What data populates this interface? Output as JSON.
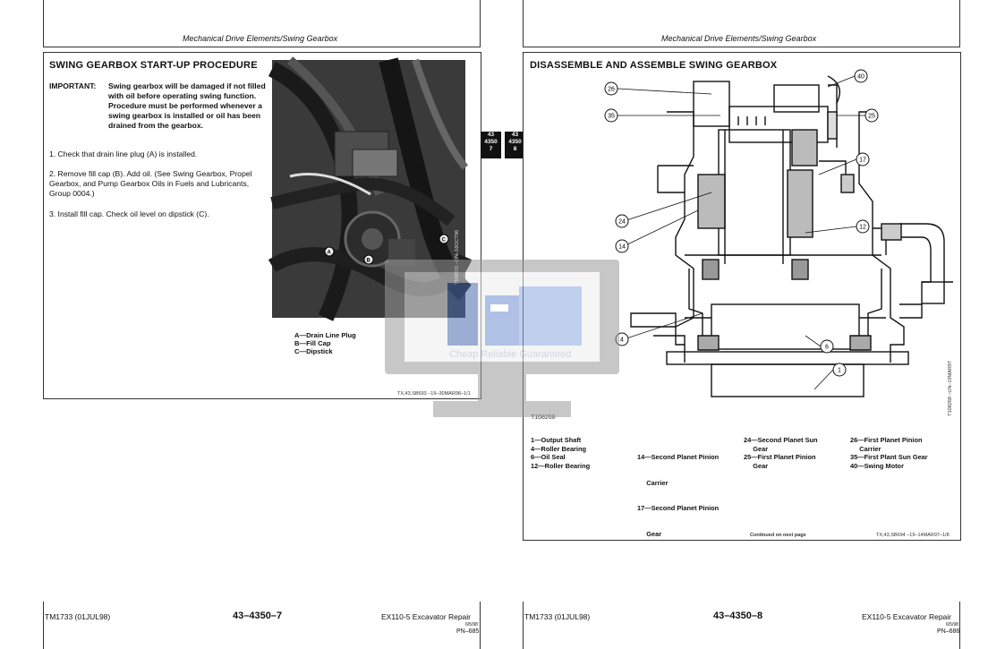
{
  "colors": {
    "ink": "#111111",
    "rule": "#333333",
    "watermark_gray": "#c8c8c8",
    "watermark_blue": "#5a78b8"
  },
  "left": {
    "header": "Mechanical Drive Elements/Swing Gearbox",
    "title": "SWING GEARBOX START-UP PROCEDURE",
    "important_label": "IMPORTANT:",
    "important_text": "Swing gearbox will be damaged if not filled with oil before operating swing function. Procedure must be performed whenever a swing gearbox is installed or oil has been drained from the gearbox.",
    "steps": [
      "1.  Check that drain line plug (A) is installed.",
      "2.  Remove fill cap (B). Add oil. (See Swing Gearbox, Propel Gearbox, and Pump Gearbox Oils in Fuels and Lubricants, Group 0004.)",
      "3.  Install fill cap. Check oil level on dipstick (C)."
    ],
    "photo_id": "T108035  –UN–16OCT96",
    "photo_callouts": [
      "A",
      "B",
      "C"
    ],
    "legend": [
      "A—Drain Line Plug",
      "B—Fill Cap",
      "C—Dipstick"
    ],
    "ref": "TX,43,SB693  –19–30MAR98–1/1",
    "footer_left": "TM1733 (01JUL98)",
    "footer_center": "43–4350–7",
    "footer_right": "EX110-5 Excavator Repair",
    "footer_date": "6/5/98",
    "footer_pn": "PN–685"
  },
  "tabs": {
    "left": [
      "43",
      "4350",
      "7"
    ],
    "right": [
      "43",
      "4350",
      "8"
    ]
  },
  "right": {
    "header": "Mechanical Drive Elements/Swing Gearbox",
    "title": "DISASSEMBLE AND ASSEMBLE SWING GEARBOX",
    "figure_id": "T108268",
    "figure_vertical": "T108268  –UN–19MAR97",
    "callouts": [
      "26",
      "35",
      "40",
      "25",
      "17",
      "24",
      "14",
      "12",
      "4",
      "6",
      "1"
    ],
    "legend_cols": [
      [
        "1—Output Shaft",
        "4—Roller Bearing",
        "6—Oil Seal",
        "12—Roller Bearing"
      ],
      [
        "14—Second Planet Pinion",
        "     Carrier",
        "17—Second Planet Pinion",
        "     Gear"
      ],
      [
        "24—Second Planet Sun",
        "     Gear",
        "25—First Planet Pinion",
        "     Gear"
      ],
      [
        "26—First Planet Pinion",
        "     Carrier",
        "35—First Plant Sun Gear",
        "40—Swing Motor"
      ]
    ],
    "continued": "Continued on next page",
    "ref": "TX,43,SB694  –19–14MAR97–1/8",
    "footer_left": "TM1733 (01JUL98)",
    "footer_center": "43–4350–8",
    "footer_right": "EX110-5 Excavator Repair",
    "footer_date": "6/5/98",
    "footer_pn": "PN–686"
  },
  "watermark": {
    "text": "Cheap Reliable Guaranteed",
    "logo": "monitor-logo"
  }
}
